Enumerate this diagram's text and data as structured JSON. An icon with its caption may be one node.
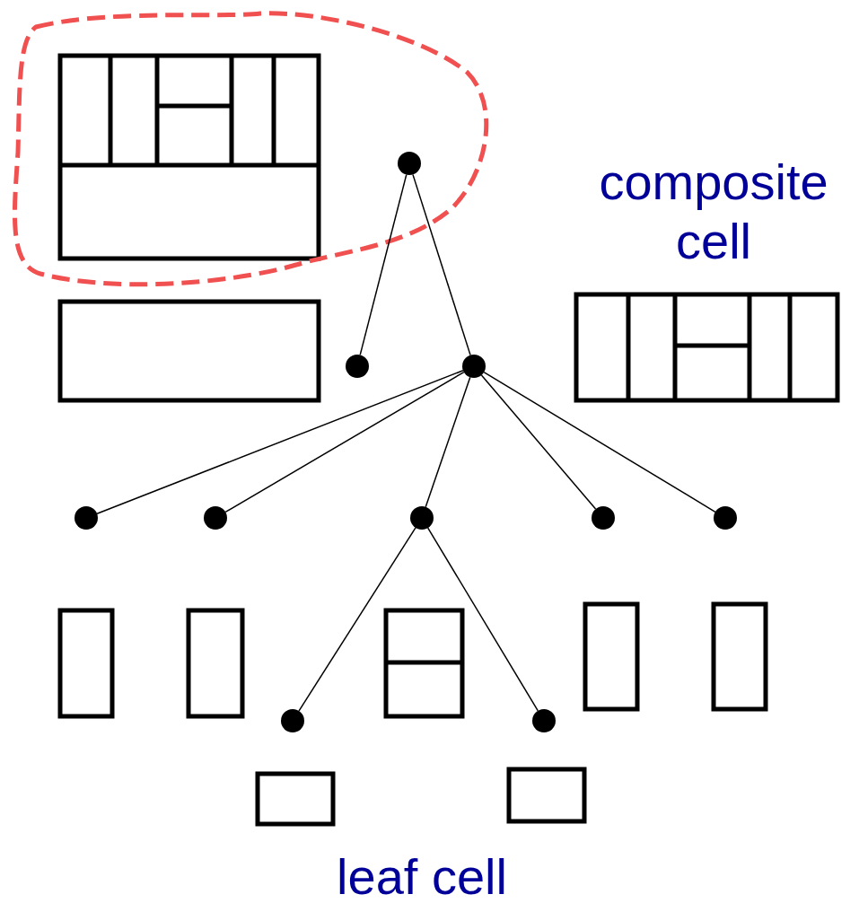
{
  "diagram": {
    "nodes": [
      {
        "text": [],
        "shape": "circle"
      },
      {
        "text": [],
        "shape": "circle"
      },
      {
        "text": [],
        "shape": "circle"
      },
      {
        "text": [],
        "shape": "circle"
      },
      {
        "text": [],
        "shape": "circle"
      },
      {
        "text": [],
        "shape": "circle"
      },
      {
        "text": [],
        "shape": "circle"
      },
      {
        "text": [],
        "shape": "circle"
      },
      {
        "text": [],
        "shape": "circle"
      },
      {
        "text": [],
        "shape": "circle"
      }
    ],
    "edges": [
      {
        "from": 0,
        "to": 1,
        "arrow": "none"
      },
      {
        "from": 0,
        "to": 2,
        "arrow": "none"
      },
      {
        "from": 2,
        "to": 3,
        "arrow": "none"
      },
      {
        "from": 2,
        "to": 4,
        "arrow": "none"
      },
      {
        "from": 2,
        "to": 5,
        "arrow": "none"
      },
      {
        "from": 2,
        "to": 6,
        "arrow": "none"
      },
      {
        "from": 2,
        "to": 7,
        "arrow": "none"
      },
      {
        "from": 5,
        "to": 8,
        "arrow": "none"
      },
      {
        "from": 5,
        "to": 9,
        "arrow": "none"
      }
    ],
    "labels": [
      "composite cell",
      "leaf cell"
    ]
  }
}
